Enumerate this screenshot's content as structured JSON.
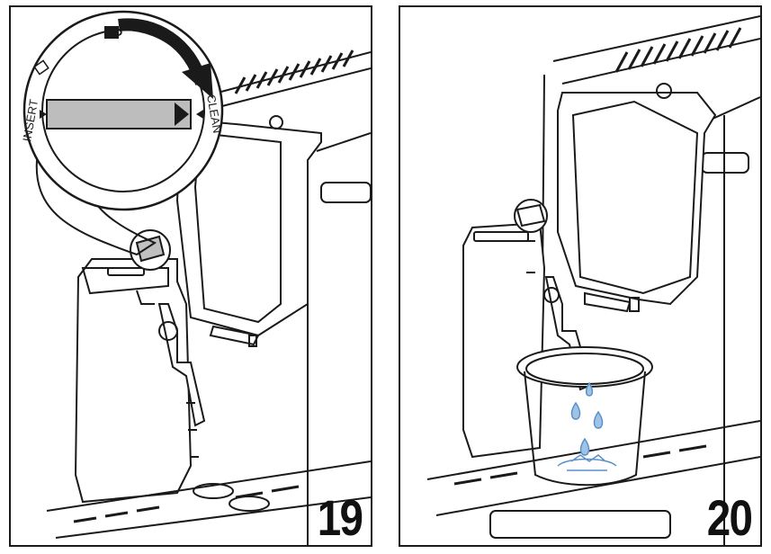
{
  "figures": [
    {
      "step_number": "19",
      "dial": {
        "left_label": "INSERT",
        "right_label": "CLEAN",
        "icons": [
          "cup-icon",
          "cup-icon"
        ],
        "arrow": "curved-clockwise-arrow"
      }
    },
    {
      "step_number": "20",
      "illustration": [
        "milk-container",
        "frother-tube",
        "water-container",
        "water-drops"
      ]
    }
  ],
  "colors": {
    "line": "#1a1a1a",
    "grey_fill": "#bdbdbd",
    "water": "#9ec3e6",
    "water_dark": "#5a8fc9"
  }
}
